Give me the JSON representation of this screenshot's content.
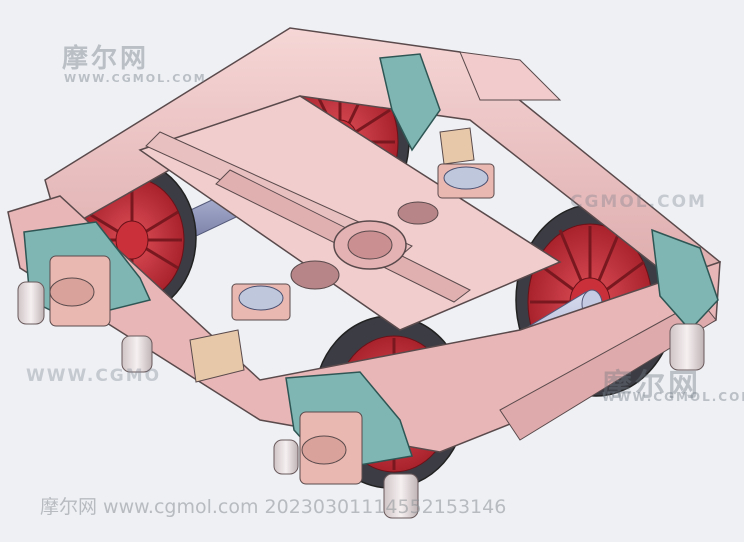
{
  "scene": {
    "subject": "Bogie",
    "colors": {
      "background": "#eef0f4",
      "frame": "#f0c8c8",
      "frame_shade": "#dba7a8",
      "frame_edge": "#5a4a4c",
      "wheel_tire": "#3c3d44",
      "wheel_spokes": "#c9303a",
      "axle": "#b3b8d6",
      "axle_box": "#e9b8b0",
      "spring_arm": "#7fb5b2",
      "bearing_pad": "#bfc7dc",
      "springs": "#ece4e6"
    }
  },
  "watermarks": {
    "brand_cn": "摩尔网",
    "brand_url": "WWW.CGMOL.COM",
    "brand_url_partial_right": "CGMOL.COM",
    "brand_url_partial_left": "WWW.CGMO",
    "brand_cn_right": "摩尔网",
    "brand_url_right": "WWW.CGMOL.COM",
    "bottom_caption": "摩尔网 www.cgmol.com 20230301114552153146"
  }
}
